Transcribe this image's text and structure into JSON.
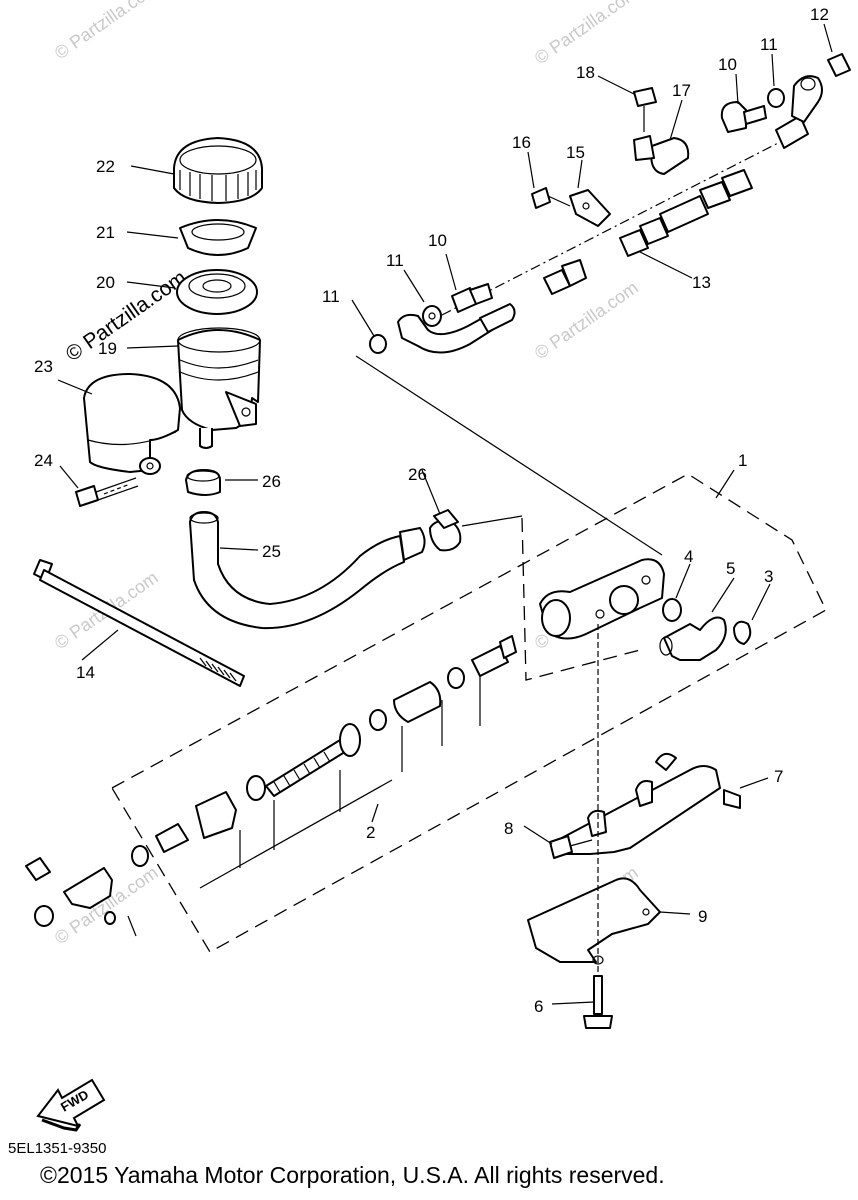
{
  "diagram": {
    "callouts": {
      "c1": "1",
      "c2": "2",
      "c3": "3",
      "c4": "4",
      "c5": "5",
      "c6": "6",
      "c7": "7",
      "c8": "8",
      "c9": "9",
      "c10a": "10",
      "c10b": "10",
      "c11a": "11",
      "c11b": "11",
      "c11c": "11",
      "c12": "12",
      "c13": "13",
      "c14": "14",
      "c15": "15",
      "c16": "16",
      "c17": "17",
      "c18": "18",
      "c19": "19",
      "c20": "20",
      "c21": "21",
      "c22": "22",
      "c23": "23",
      "c24": "24",
      "c25": "25",
      "c26a": "26",
      "c26b": "26"
    },
    "fwd_label": "FWD",
    "watermark_main": "© Partzilla.com",
    "watermark_faint": "© Partzilla.com"
  },
  "footer": {
    "part_code": "5EL1351-9350",
    "copyright": "©2015 Yamaha Motor Corporation, U.S.A. All rights reserved."
  }
}
